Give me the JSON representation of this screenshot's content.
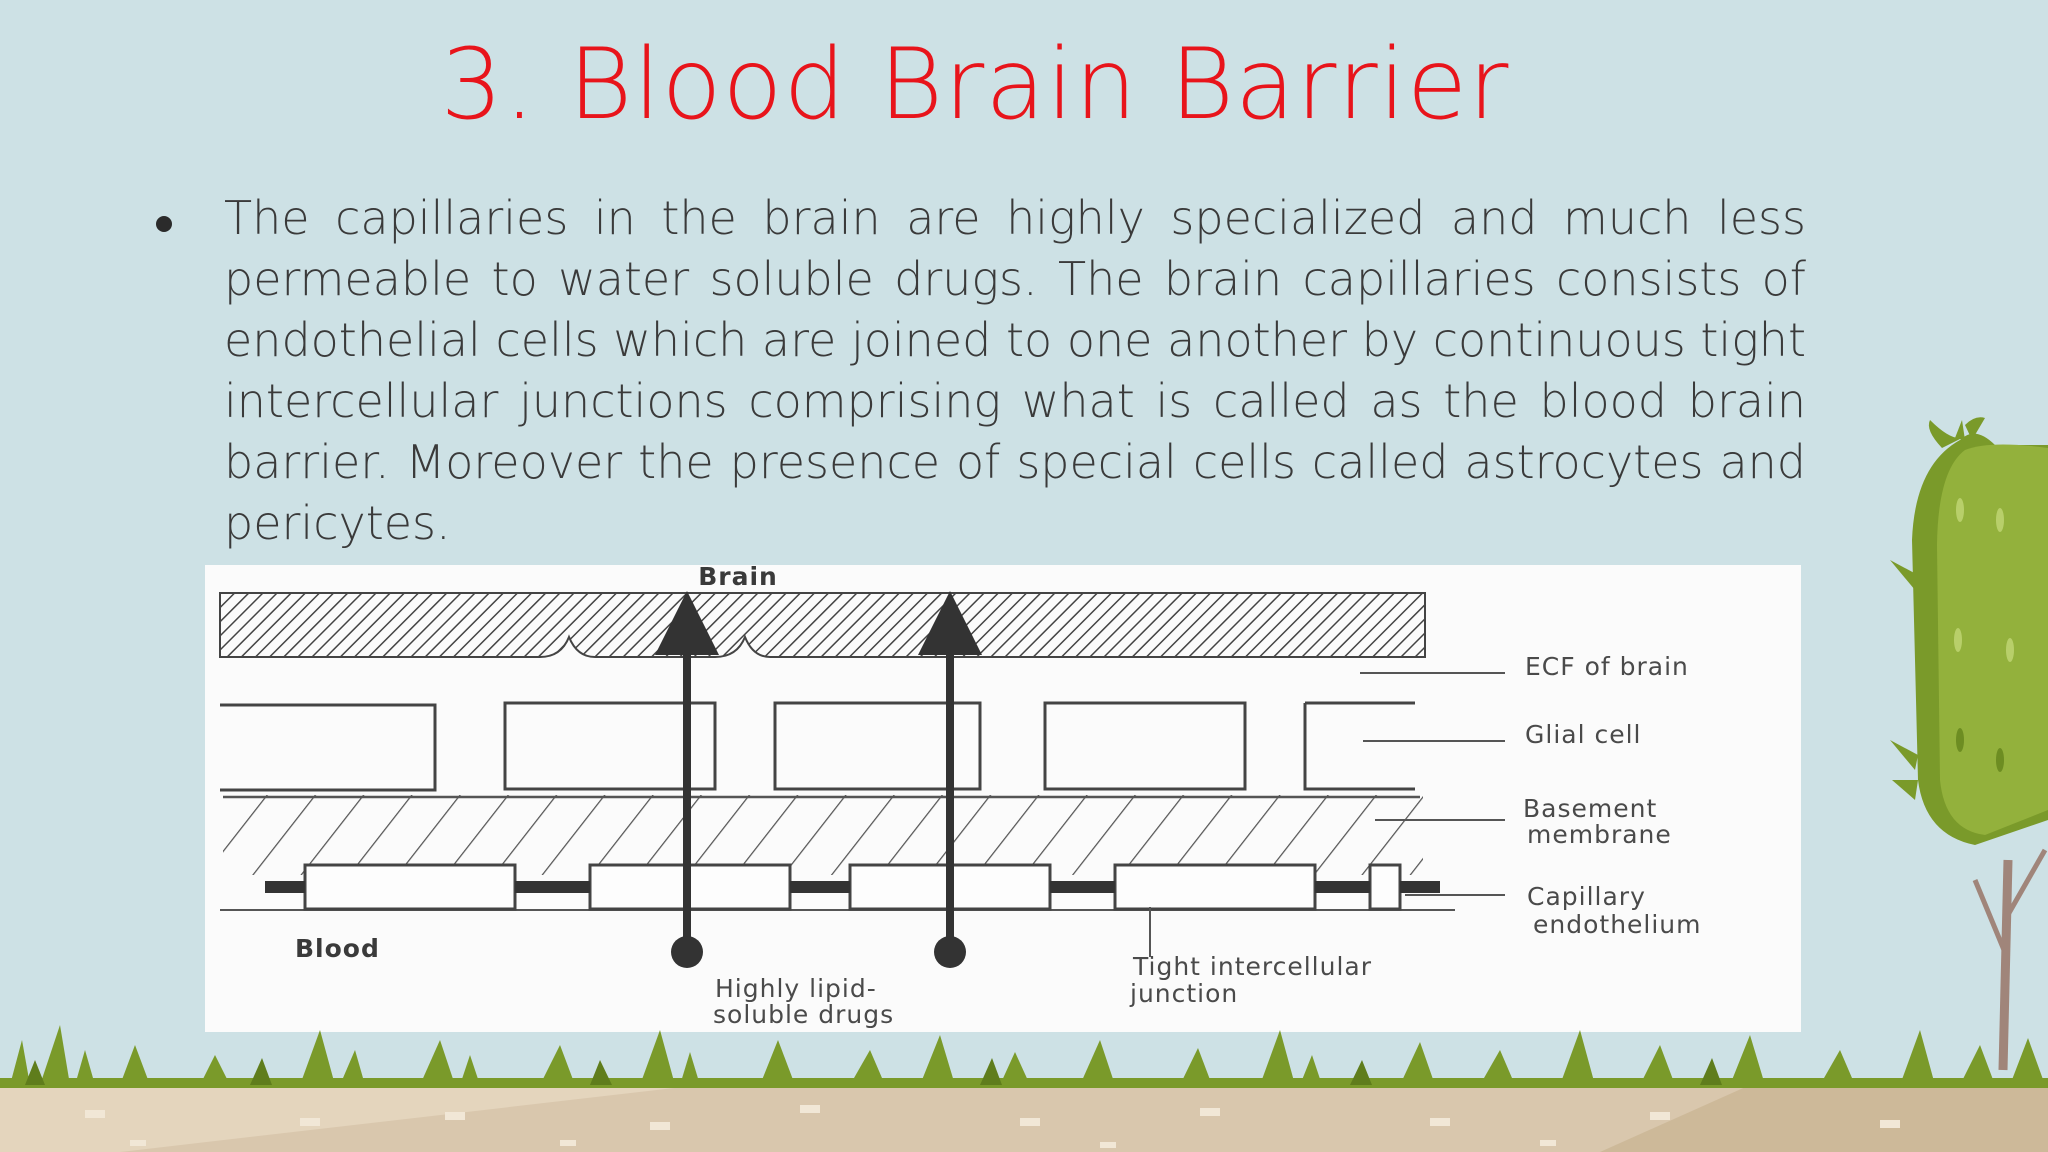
{
  "slide": {
    "title": "3. Blood Brain Barrier",
    "bullet": "The capillaries in the brain are highly specialized and much less permeable to water soluble drugs. The brain capillaries consists of endothelial cells which are joined to one another by continuous tight intercellular junctions comprising what is called as the blood brain barrier. Moreover the presence of special cells called astrocytes and pericytes."
  },
  "figure": {
    "brain_label": "Brain",
    "blood_label": "Blood",
    "ecf_label": "ECF of brain",
    "glial_label": "Glial cell",
    "basement_label_1": "Basement",
    "basement_label_2": "membrane",
    "capillary_label_1": "Capillary",
    "capillary_label_2": "endothelium",
    "drugs_label_1": "Highly lipid-",
    "drugs_label_2": "soluble drugs",
    "junction_label_1": "Tight intercellular",
    "junction_label_2": "junction"
  },
  "colors": {
    "background": "#cde1e5",
    "title": "#e8141b",
    "text": "#3a3a3a",
    "grass": "#7a9a2a",
    "ground": "#d9c7ad",
    "tree": "#8fae3a"
  }
}
